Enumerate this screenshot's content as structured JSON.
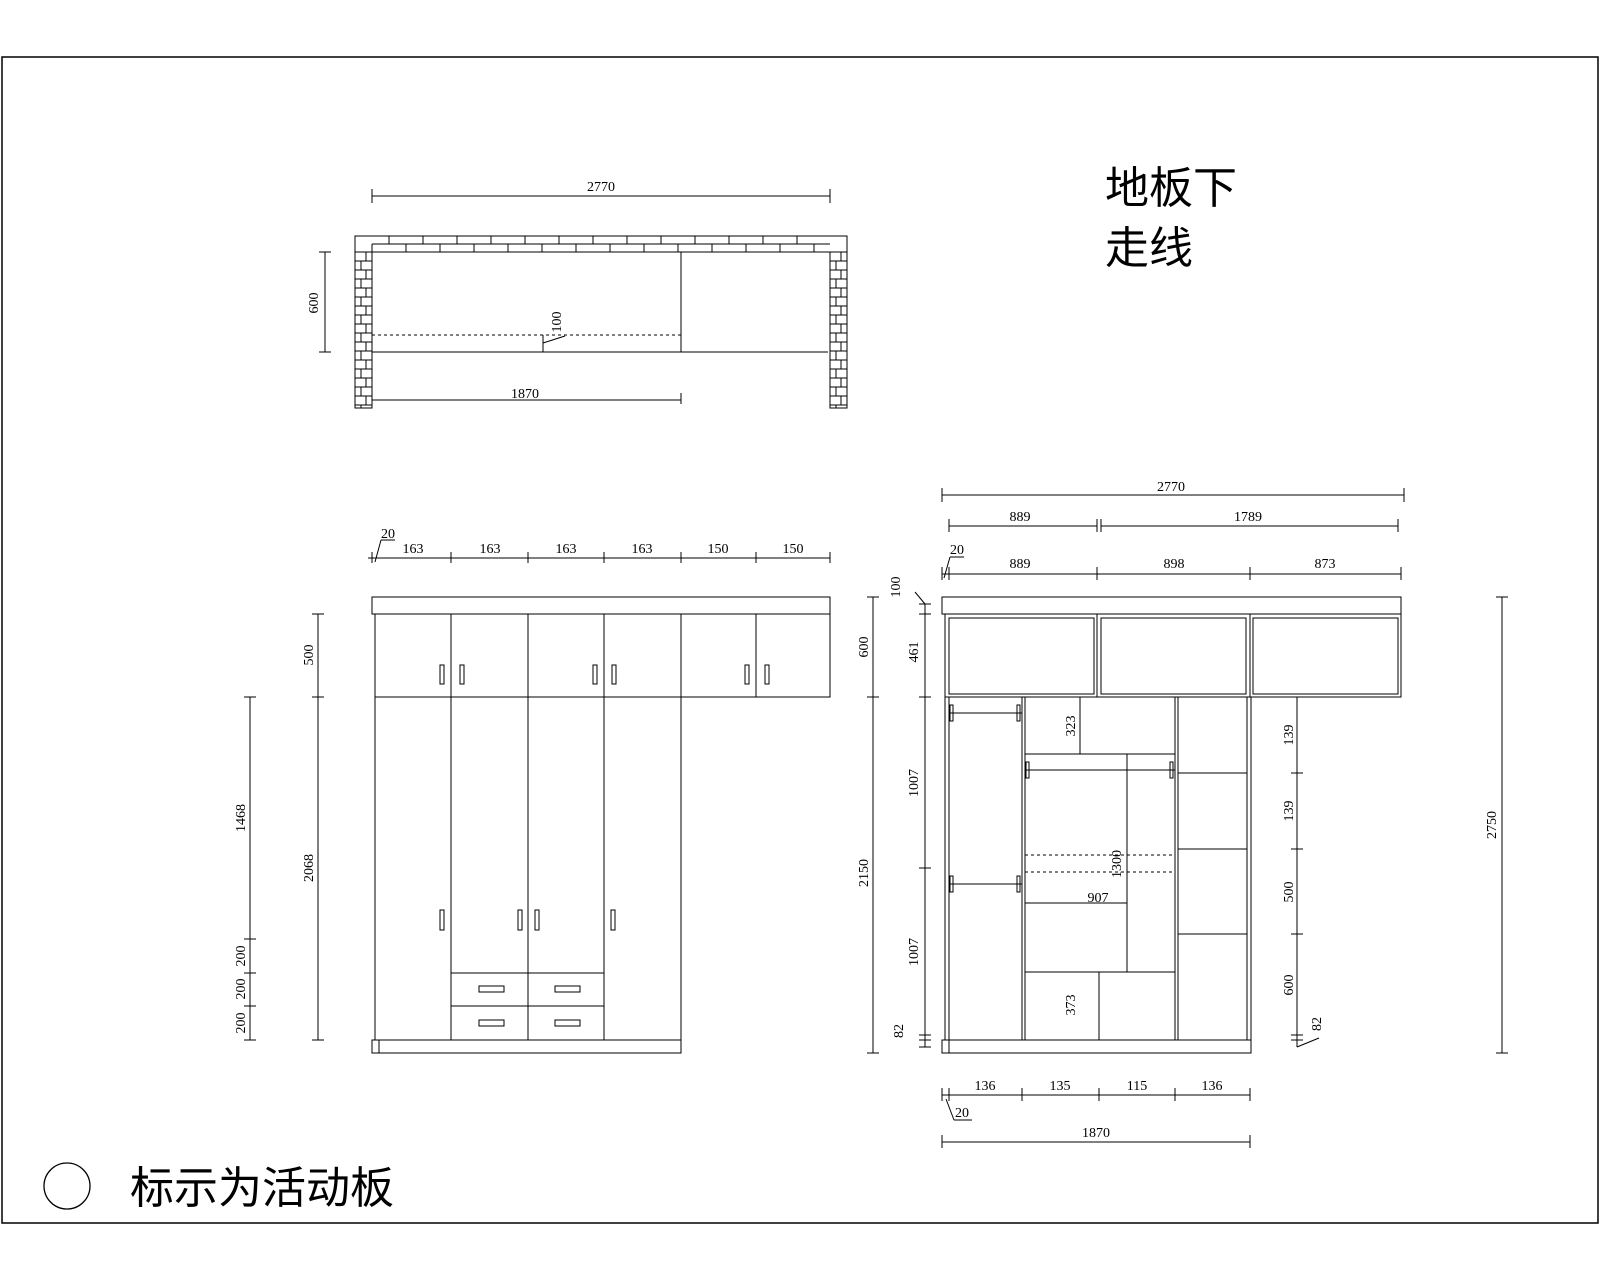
{
  "note": {
    "title_line1": "地板下",
    "title_line2": "走线"
  },
  "legend": {
    "text": "标示为活动板"
  },
  "plan_view": {
    "dims": {
      "total_width": "2770",
      "depth": "600",
      "offset": "100",
      "inner_width": "1870"
    }
  },
  "front_view": {
    "dims": {
      "top": [
        "20",
        "163",
        "163",
        "163",
        "163",
        "150",
        "150"
      ],
      "left_outer": [
        "1468",
        "200",
        "200",
        "200"
      ],
      "left_inner": [
        "500",
        "2068"
      ]
    }
  },
  "interior_view": {
    "dims": {
      "top_total": "2770",
      "top_mid": [
        "889",
        "1789"
      ],
      "top_cols": [
        "20",
        "889",
        "898",
        "873"
      ],
      "left": [
        "100",
        "600",
        "461",
        "2150",
        "1007",
        "1007",
        "82"
      ],
      "inner": [
        "323",
        "1300",
        "907",
        "373"
      ],
      "right_shelves": [
        "139",
        "139",
        "500",
        "600",
        "82"
      ],
      "right_total": "2750",
      "bottom_cols": [
        "136",
        "135",
        "115",
        "136",
        "20"
      ],
      "bottom_total": "1870"
    }
  }
}
